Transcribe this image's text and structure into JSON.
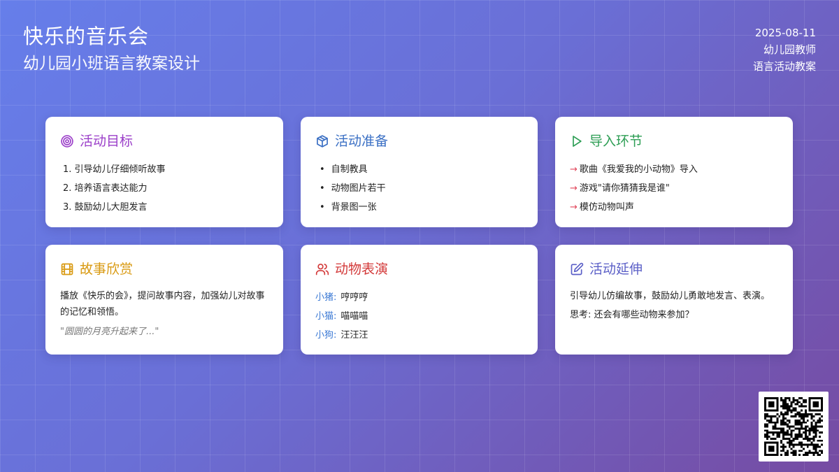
{
  "header": {
    "title": "快乐的音乐会",
    "subtitle": "幼儿园小班语言教案设计",
    "date": "2025-08-11",
    "author": "幼儿园教师",
    "category": "语言活动教案"
  },
  "cards": {
    "goals": {
      "title": "活动目标",
      "icon": "target-icon",
      "color": "#9b3fc9",
      "items": [
        "1. 引导幼儿仔细倾听故事",
        "2. 培养语言表达能力",
        "3. 鼓励幼儿大胆发言"
      ]
    },
    "prep": {
      "title": "活动准备",
      "icon": "box-icon",
      "color": "#3a6fc4",
      "items": [
        "自制教具",
        "动物图片若干",
        "背景图一张"
      ]
    },
    "intro": {
      "title": "导入环节",
      "icon": "play-icon",
      "color": "#2e9e55",
      "arrow": "→",
      "items": [
        "歌曲《我爱我的小动物》导入",
        "游戏\"请你猜猜我是谁\"",
        "模仿动物叫声"
      ]
    },
    "story": {
      "title": "故事欣赏",
      "icon": "film-icon",
      "color": "#d99a12",
      "text": "播放《快乐的会》，提问故事内容，加强幼儿对故事的记忆和领悟。",
      "quote": "\"圆圆的月亮升起来了...\""
    },
    "perform": {
      "title": "动物表演",
      "icon": "users-icon",
      "color": "#d33a3a",
      "roles": [
        {
          "name": "小猪:",
          "sound": "哼哼哼"
        },
        {
          "name": "小猫:",
          "sound": "喵喵喵"
        },
        {
          "name": "小狗:",
          "sound": "汪汪汪"
        }
      ]
    },
    "extend": {
      "title": "活动延伸",
      "icon": "edit-icon",
      "color": "#5b5fc7",
      "text": "引导幼儿仿编故事，鼓励幼儿勇敢地发言、表演。",
      "question": "思考: 还会有哪些动物来参加？"
    }
  }
}
